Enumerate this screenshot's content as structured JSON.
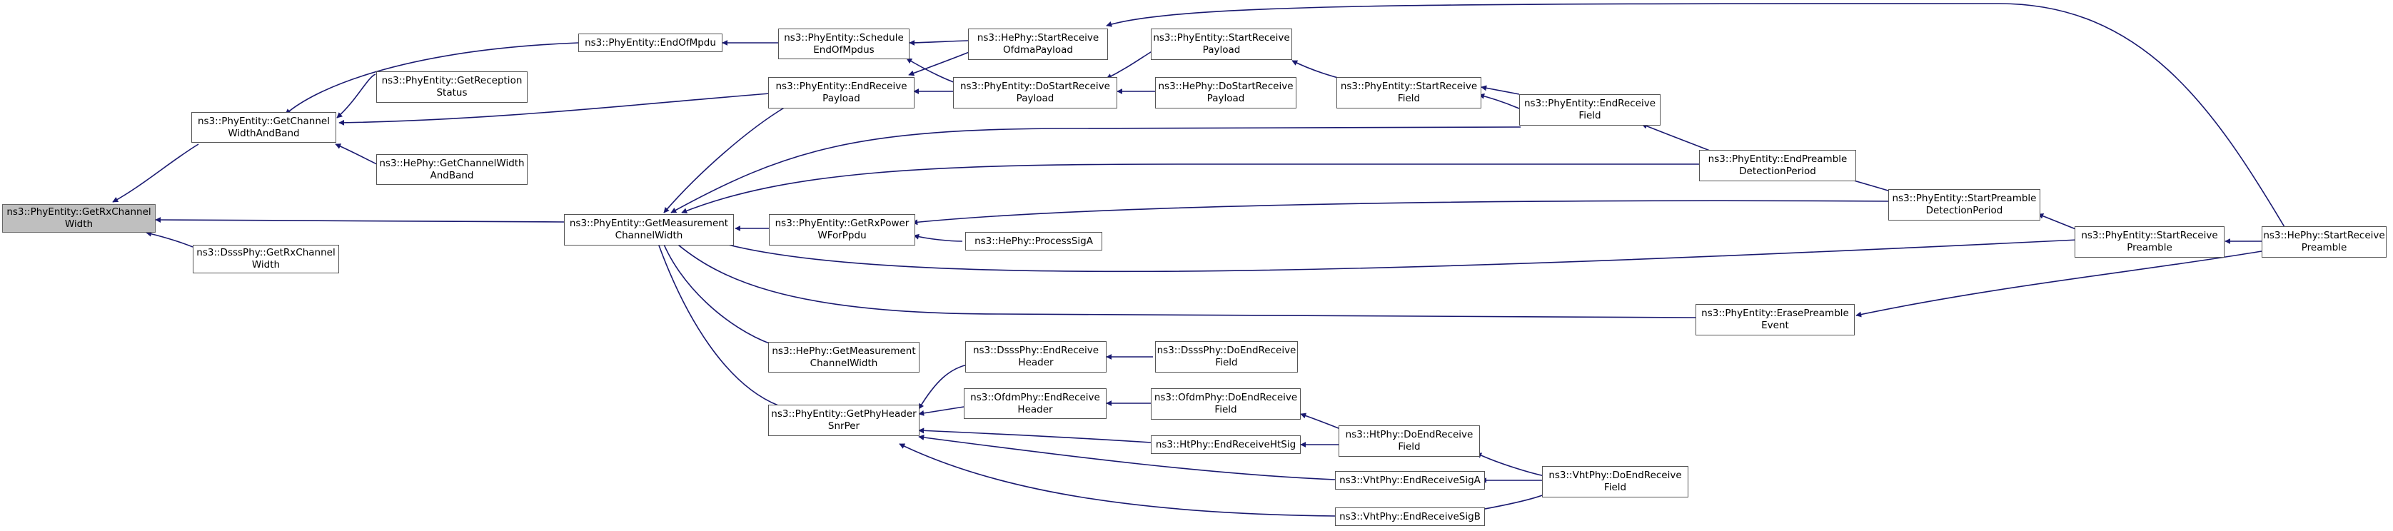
{
  "graph": {
    "edge_color": "#191970",
    "root_fill": "#bfbfbf",
    "nodes": {
      "root": "ns3::PhyEntity::GetRxChannel\nWidth",
      "getChannelWidthAndBand": "ns3::PhyEntity::GetChannel\nWidthAndBand",
      "dsssGetRxChannelWidth": "ns3::DsssPhy::GetRxChannel\nWidth",
      "endOfMpdu": "ns3::PhyEntity::EndOfMpdu",
      "getReceptionStatus": "ns3::PhyEntity::GetReception\nStatus",
      "heGetChannelWidthAndBand": "ns3::HePhy::GetChannelWidth\nAndBand",
      "getMeasurementChannelWidth": "ns3::PhyEntity::GetMeasurement\nChannelWidth",
      "scheduleEndOfMpdus": "ns3::PhyEntity::Schedule\nEndOfMpdus",
      "endReceivePayload": "ns3::PhyEntity::EndReceive\nPayload",
      "getRxPowerWForPpdu": "ns3::PhyEntity::GetRxPower\nWForPpdu",
      "heGetMeasurementChannelWidth": "ns3::HePhy::GetMeasurement\nChannelWidth",
      "getPhyHeaderSnrPer": "ns3::PhyEntity::GetPhyHeader\nSnrPer",
      "heStartReceiveOfdmaPayload": "ns3::HePhy::StartReceive\nOfdmaPayload",
      "doStartReceivePayload": "ns3::PhyEntity::DoStartReceive\nPayload",
      "heProcessSigA": "ns3::HePhy::ProcessSigA",
      "dsssEndReceiveHeader": "ns3::DsssPhy::EndReceive\nHeader",
      "ofdmEndReceiveHeader": "ns3::OfdmPhy::EndReceive\nHeader",
      "htEndReceiveHtSig": "ns3::HtPhy::EndReceiveHtSig",
      "startReceivePayload": "ns3::PhyEntity::StartReceive\nPayload",
      "heDoStartReceivePayload": "ns3::HePhy::DoStartReceive\nPayload",
      "dsssDoEndReceiveField": "ns3::DsssPhy::DoEndReceive\nField",
      "ofdmDoEndReceiveField": "ns3::OfdmPhy::DoEndReceive\nField",
      "startReceiveField": "ns3::PhyEntity::StartReceive\nField",
      "htDoEndReceiveField": "ns3::HtPhy::DoEndReceive\nField",
      "vhtEndReceiveSigA": "ns3::VhtPhy::EndReceiveSigA",
      "vhtEndReceiveSigB": "ns3::VhtPhy::EndReceiveSigB",
      "endReceiveField": "ns3::PhyEntity::EndReceive\nField",
      "vhtDoEndReceiveField": "ns3::VhtPhy::DoEndReceive\nField",
      "endPreambleDetectionPeriod": "ns3::PhyEntity::EndPreamble\nDetectionPeriod",
      "erasePreambleEvent": "ns3::PhyEntity::ErasePreamble\nEvent",
      "startPreambleDetectionPeriod": "ns3::PhyEntity::StartPreamble\nDetectionPeriod",
      "startReceivePreamble": "ns3::PhyEntity::StartReceive\nPreamble",
      "heStartReceivePreamble": "ns3::HePhy::StartReceive\nPreamble"
    }
  }
}
